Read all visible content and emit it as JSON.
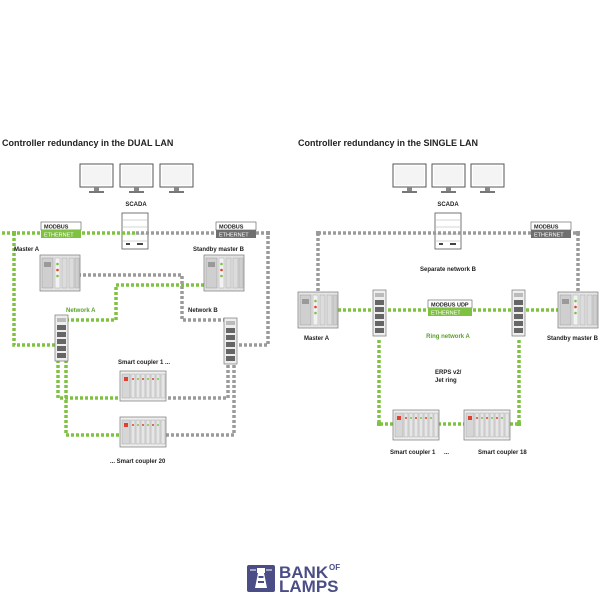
{
  "left": {
    "title": "Controller redundancy in the DUAL LAN",
    "scada": "SCADA",
    "tag_left": {
      "top": "MODBUS",
      "bottom": "ETHERNET"
    },
    "tag_right": {
      "top": "MODBUS",
      "bottom": "ETHERNET"
    },
    "master": "Master A",
    "standby": "Standby master B",
    "network_a": "Network A",
    "network_b": "Network B",
    "coupler_first": "Smart coupler 1 ...",
    "coupler_last": "... Smart coupler 20"
  },
  "right": {
    "title": "Controller redundancy in the SINGLE LAN",
    "scada": "SCADA",
    "tag_top": {
      "top": "MODBUS",
      "bottom": "ETHERNET"
    },
    "tag_mid": {
      "top": "MODBUS UDP",
      "bottom": "ETHERNET"
    },
    "separate_network": "Separate network B",
    "master": "Master A",
    "standby": "Standby master B",
    "ring_network": "Ring network A",
    "erps_line1": "ERPS v2/",
    "erps_line2": "Jet ring",
    "coupler_first": "Smart coupler 1",
    "ellipsis": "...",
    "coupler_last": "Smart coupler 18"
  },
  "logo": {
    "word1": "BANK",
    "word2": "OF",
    "word3": "LAMPS"
  },
  "colors": {
    "green": "#7fc241",
    "grey": "#9a9a9a",
    "dark_tag": "#6f6f6f",
    "logo": "#4b4d86"
  }
}
